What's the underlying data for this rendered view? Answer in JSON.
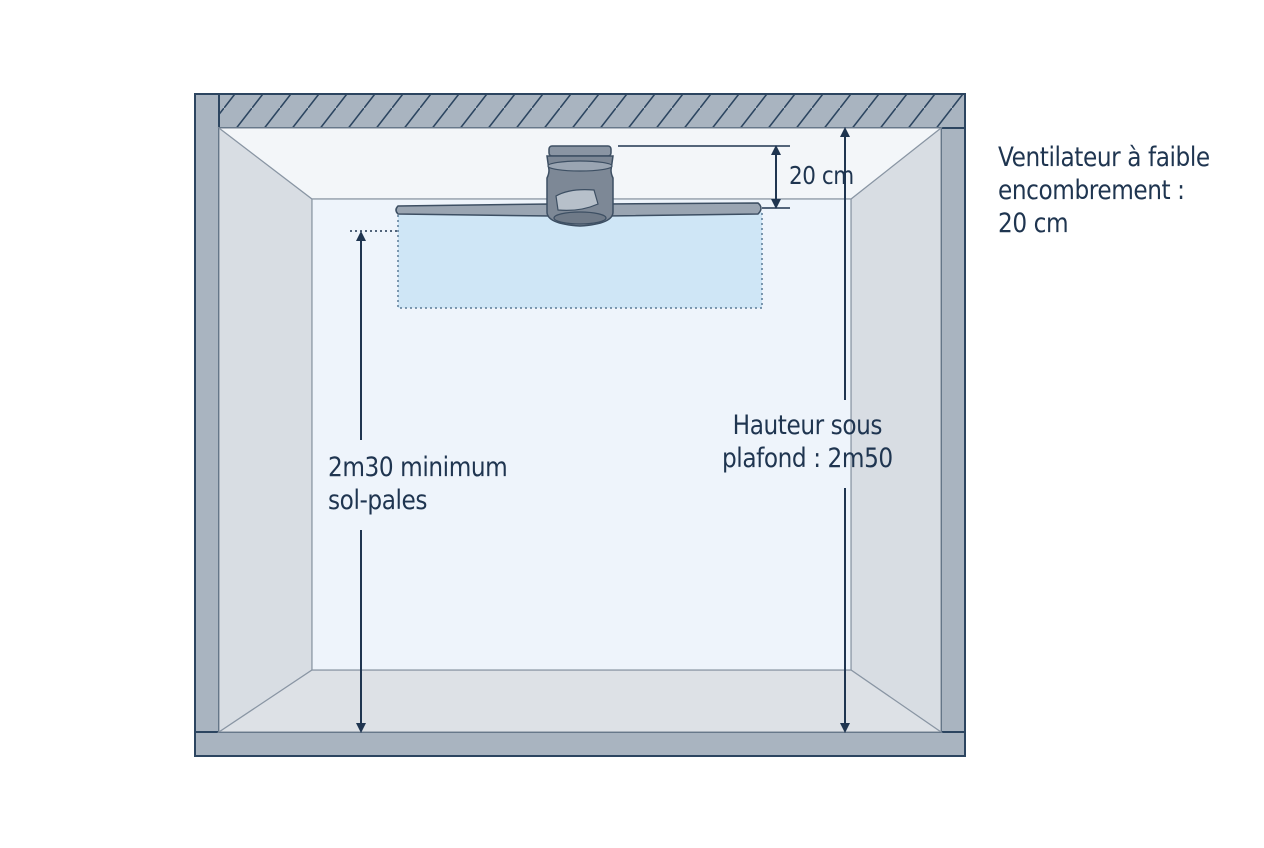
{
  "labels": {
    "fan_info": [
      "Ventilateur à faible",
      "encombrement :",
      "20 cm"
    ],
    "fan_depth": "20 cm",
    "min_height": [
      "2m30 minimum",
      "sol-pales"
    ],
    "ceiling_height": [
      "Hauteur sous",
      "plafond : 2m50"
    ]
  },
  "colors": {
    "wall_dark": "#2c4560",
    "wall_fill": "#a9b4c0",
    "inner_wall": "#d8dde3",
    "room_back": "#eef4fb",
    "floor": "#dde1e6",
    "clearance_zone": "#cfe6f6",
    "fan_body": "#7d8896",
    "arrow": "#1f3550"
  }
}
